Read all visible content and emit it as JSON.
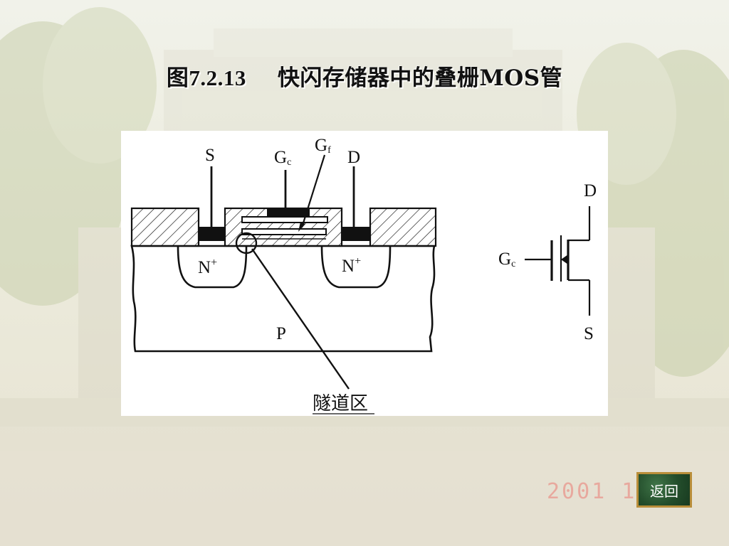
{
  "slide": {
    "title_number": "图7.2.13",
    "title_text": "快闪存储器中的叠栅MOS管"
  },
  "diagram": {
    "source_label": "S",
    "control_gate_label": "G",
    "control_gate_sub": "c",
    "floating_gate_label": "G",
    "floating_gate_sub": "f",
    "drain_label": "D",
    "n_plus_left": "N",
    "n_plus_right": "N",
    "n_plus_sup": "+",
    "substrate_label": "P",
    "tunnel_region_label": "隧道区"
  },
  "symbol": {
    "drain_label": "D",
    "gate_label": "G",
    "gate_sub": "c",
    "source_label": "S"
  },
  "footer": {
    "date_stamp": "2001 11",
    "back_button_label": "返回"
  }
}
